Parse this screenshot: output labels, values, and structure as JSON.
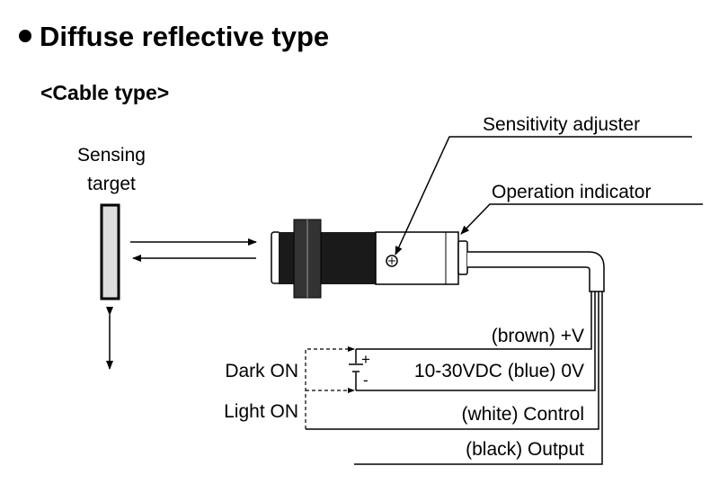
{
  "title": "Diffuse reflective type",
  "subtitle": "<Cable type>",
  "labels": {
    "sensing_target_line1": "Sensing",
    "sensing_target_line2": "target",
    "sensitivity_adjuster": "Sensitivity adjuster",
    "operation_indicator": "Operation indicator",
    "dark_on": "Dark ON",
    "light_on": "Light ON",
    "brown": "(brown) +V",
    "supply": "10-30VDC (blue) 0V",
    "plus": "+",
    "minus": "-",
    "white": "(white) Control",
    "black": "(black) Output"
  }
}
